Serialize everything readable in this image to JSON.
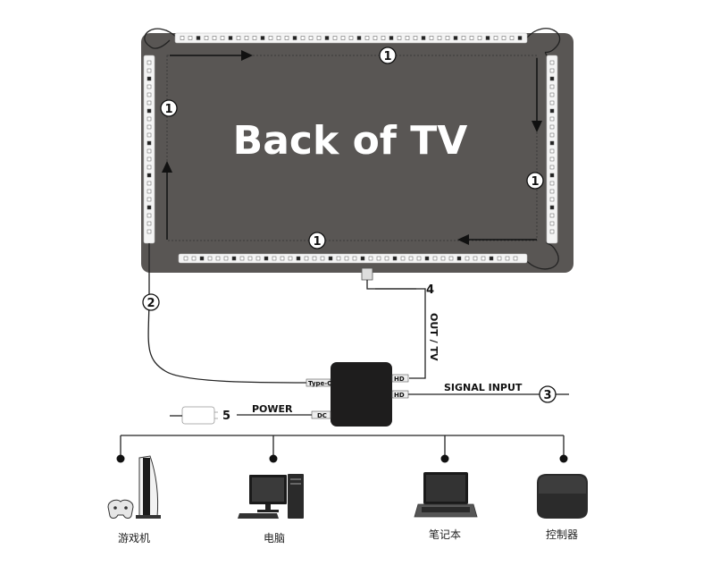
{
  "tv": {
    "title": "Back of TV"
  },
  "markers": {
    "strip": "1",
    "type_c_cable": "2",
    "signal_input": "3",
    "hdmi_out": "4",
    "power": "5"
  },
  "labels": {
    "out_tv": "OUT / TV",
    "signal_input": "SIGNAL INPUT",
    "power": "POWER"
  },
  "ports": {
    "type_c": "Type-C",
    "hd_out": "HD",
    "hd_in": "HD",
    "dc": "DC"
  },
  "devices": [
    {
      "label": "游戏机",
      "icon": "game-console-icon"
    },
    {
      "label": "电脑",
      "icon": "desktop-computer-icon"
    },
    {
      "label": "笔记本",
      "icon": "laptop-icon"
    },
    {
      "label": "控制器",
      "icon": "control-box-icon"
    }
  ],
  "colors": {
    "tv_panel": "#595654",
    "hub": "#1e1d1d",
    "strip": "#f4f4f4",
    "line": "#222222"
  }
}
